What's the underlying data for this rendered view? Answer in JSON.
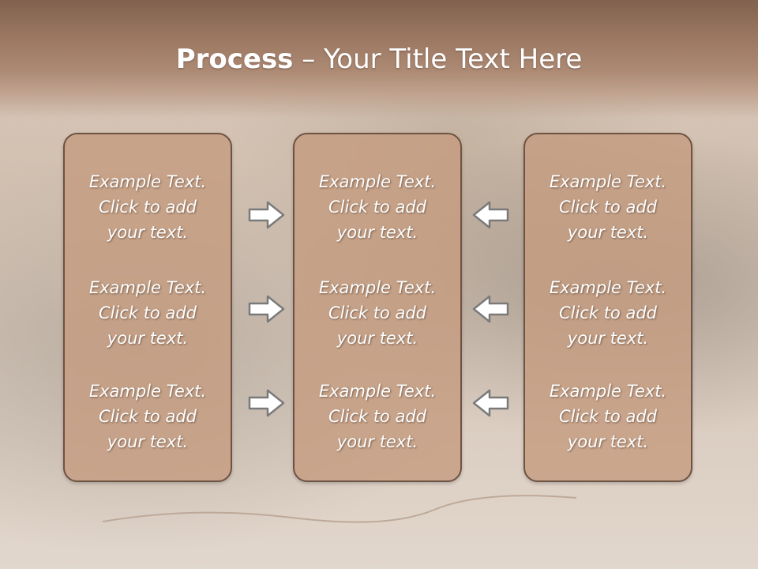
{
  "title": {
    "bold": "Process",
    "rest": " – Your Title Text Here"
  },
  "panels": [
    {
      "blocks": [
        {
          "line1": "Example Text.",
          "line2": "Click  to add",
          "line3": "your text."
        },
        {
          "line1": "Example Text.",
          "line2": "Click  to add",
          "line3": "your text."
        },
        {
          "line1": "Example Text.",
          "line2": "Click  to add",
          "line3": "your text."
        }
      ]
    },
    {
      "blocks": [
        {
          "line1": "Example Text.",
          "line2": "Click  to add",
          "line3": "your text."
        },
        {
          "line1": "Example Text.",
          "line2": "Click  to add",
          "line3": "your text."
        },
        {
          "line1": "Example Text.",
          "line2": "Click  to add",
          "line3": "your text."
        }
      ]
    },
    {
      "blocks": [
        {
          "line1": "Example Text.",
          "line2": "Click  to add",
          "line3": "your text."
        },
        {
          "line1": "Example Text.",
          "line2": "Click  to add",
          "line3": "your text."
        },
        {
          "line1": "Example Text.",
          "line2": "Click  to add",
          "line3": "your text."
        }
      ]
    }
  ],
  "arrows": {
    "left_column": [
      "arrow-right-icon",
      "arrow-right-icon",
      "arrow-right-icon"
    ],
    "right_column": [
      "arrow-left-icon",
      "arrow-left-icon",
      "arrow-left-icon"
    ]
  },
  "colors": {
    "header": "#9a7661",
    "panel_fill": "#c49c80",
    "panel_border": "#6e5242",
    "text": "#ffffff"
  }
}
